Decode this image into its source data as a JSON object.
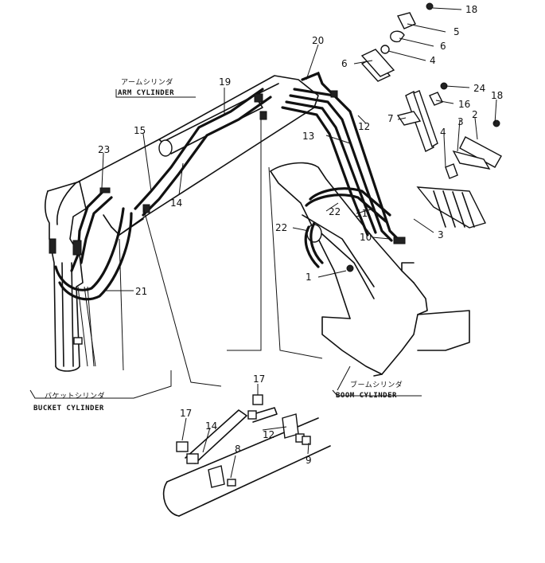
{
  "labels": {
    "arm_cylinder_jp": "アームシリンダ",
    "arm_cylinder_en": "ARM CYLINDER",
    "bucket_cylinder_jp": "バケットシリンダ",
    "bucket_cylinder_en": "BUCKET CYLINDER",
    "boom_cylinder_jp": "ブームシリンダ",
    "boom_cylinder_en": "BOOM CYLINDER"
  },
  "callouts": {
    "c18a": "18",
    "c5": "5",
    "c6a": "6",
    "c4a": "4",
    "c6b": "6",
    "c20": "20",
    "c19": "19",
    "c12a": "12",
    "c7": "7",
    "c24": "24",
    "c16": "16",
    "c18b": "18",
    "c2": "2",
    "c3a": "3",
    "c4b": "4",
    "c13": "13",
    "c15": "15",
    "c23": "23",
    "c14a": "14",
    "c22a": "22",
    "c11": "11",
    "c22b": "22",
    "c10": "10",
    "c3b": "3",
    "c1": "1",
    "c21": "21",
    "c17a": "17",
    "c17b": "17",
    "c14b": "14",
    "c12b": "12",
    "c8": "8",
    "c9": "9"
  }
}
